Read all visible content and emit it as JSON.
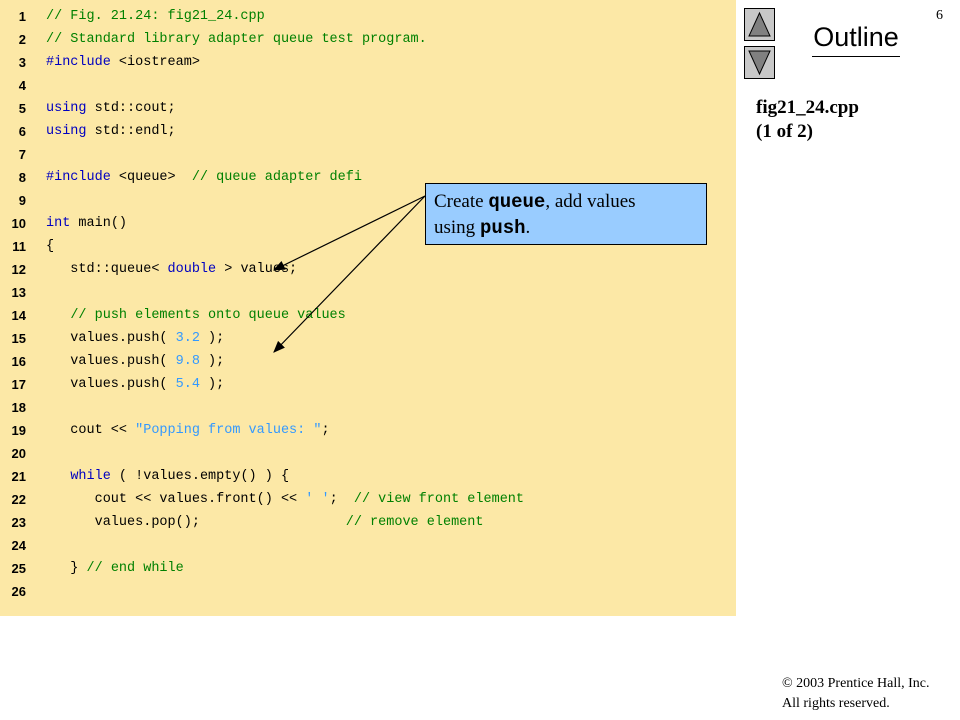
{
  "slide": {
    "number": "6",
    "outline_title": "Outline",
    "file_label_line1": "fig21_24.cpp",
    "file_label_line2": "(1 of 2)",
    "copyright_line1": "© 2003 Prentice Hall, Inc.",
    "copyright_line2": "All rights reserved."
  },
  "nav": {
    "up_icon": "triangle-up-icon",
    "down_icon": "triangle-down-icon"
  },
  "callout": {
    "t1": "Create ",
    "t2": "queue",
    "t3": ", add values",
    "t4": "using ",
    "t5": "push",
    "t6": "."
  },
  "colors": {
    "code_background": "#fce8a6",
    "comment": "#008000",
    "keyword": "#0000c0",
    "literal": "#3399ff",
    "callout_background": "#99ccff"
  },
  "code_lines": [
    {
      "n": "1",
      "parts": [
        {
          "t": "// Fig. 21.24: fig21_24.cpp",
          "c": "comment"
        }
      ]
    },
    {
      "n": "2",
      "parts": [
        {
          "t": "// Standard library adapter queue test program.",
          "c": "comment"
        }
      ]
    },
    {
      "n": "3",
      "parts": [
        {
          "t": "#include",
          "c": "keyword"
        },
        {
          "t": " <iostream>",
          "c": "plain"
        }
      ]
    },
    {
      "n": "4",
      "parts": []
    },
    {
      "n": "5",
      "parts": [
        {
          "t": "using",
          "c": "keyword"
        },
        {
          "t": " std::cout;",
          "c": "plain"
        }
      ]
    },
    {
      "n": "6",
      "parts": [
        {
          "t": "using",
          "c": "keyword"
        },
        {
          "t": " std::endl;",
          "c": "plain"
        }
      ]
    },
    {
      "n": "7",
      "parts": []
    },
    {
      "n": "8",
      "parts": [
        {
          "t": "#include",
          "c": "keyword"
        },
        {
          "t": " <queue>  ",
          "c": "plain"
        },
        {
          "t": "// queue adapter defi",
          "c": "comment"
        }
      ]
    },
    {
      "n": "9",
      "parts": []
    },
    {
      "n": "10",
      "parts": [
        {
          "t": "int",
          "c": "keyword"
        },
        {
          "t": " main()",
          "c": "plain"
        }
      ]
    },
    {
      "n": "11",
      "parts": [
        {
          "t": "{",
          "c": "plain"
        }
      ]
    },
    {
      "n": "12",
      "parts": [
        {
          "t": "   std::queue< ",
          "c": "plain"
        },
        {
          "t": "double",
          "c": "keyword"
        },
        {
          "t": " > values;",
          "c": "plain"
        }
      ]
    },
    {
      "n": "13",
      "parts": []
    },
    {
      "n": "14",
      "parts": [
        {
          "t": "   ",
          "c": "plain"
        },
        {
          "t": "// push elements onto queue values",
          "c": "comment"
        }
      ]
    },
    {
      "n": "15",
      "parts": [
        {
          "t": "   values.push( ",
          "c": "plain"
        },
        {
          "t": "3.2",
          "c": "number"
        },
        {
          "t": " );",
          "c": "plain"
        }
      ]
    },
    {
      "n": "16",
      "parts": [
        {
          "t": "   values.push( ",
          "c": "plain"
        },
        {
          "t": "9.8",
          "c": "number"
        },
        {
          "t": " );",
          "c": "plain"
        }
      ]
    },
    {
      "n": "17",
      "parts": [
        {
          "t": "   values.push( ",
          "c": "plain"
        },
        {
          "t": "5.4",
          "c": "number"
        },
        {
          "t": " );",
          "c": "plain"
        }
      ]
    },
    {
      "n": "18",
      "parts": []
    },
    {
      "n": "19",
      "parts": [
        {
          "t": "   cout << ",
          "c": "plain"
        },
        {
          "t": "\"Popping from values: \"",
          "c": "string"
        },
        {
          "t": ";",
          "c": "plain"
        }
      ]
    },
    {
      "n": "20",
      "parts": []
    },
    {
      "n": "21",
      "parts": [
        {
          "t": "   ",
          "c": "plain"
        },
        {
          "t": "while",
          "c": "keyword"
        },
        {
          "t": " ( !values.empty() ) {",
          "c": "plain"
        }
      ]
    },
    {
      "n": "22",
      "parts": [
        {
          "t": "      cout << values.front() << ",
          "c": "plain"
        },
        {
          "t": "' '",
          "c": "string"
        },
        {
          "t": ";  ",
          "c": "plain"
        },
        {
          "t": "// view front element",
          "c": "comment"
        }
      ]
    },
    {
      "n": "23",
      "parts": [
        {
          "t": "      values.pop();                  ",
          "c": "plain"
        },
        {
          "t": "// remove element",
          "c": "comment"
        }
      ]
    },
    {
      "n": "24",
      "parts": []
    },
    {
      "n": "25",
      "parts": [
        {
          "t": "   } ",
          "c": "plain"
        },
        {
          "t": "// end while",
          "c": "comment"
        }
      ]
    },
    {
      "n": "26",
      "parts": []
    }
  ]
}
